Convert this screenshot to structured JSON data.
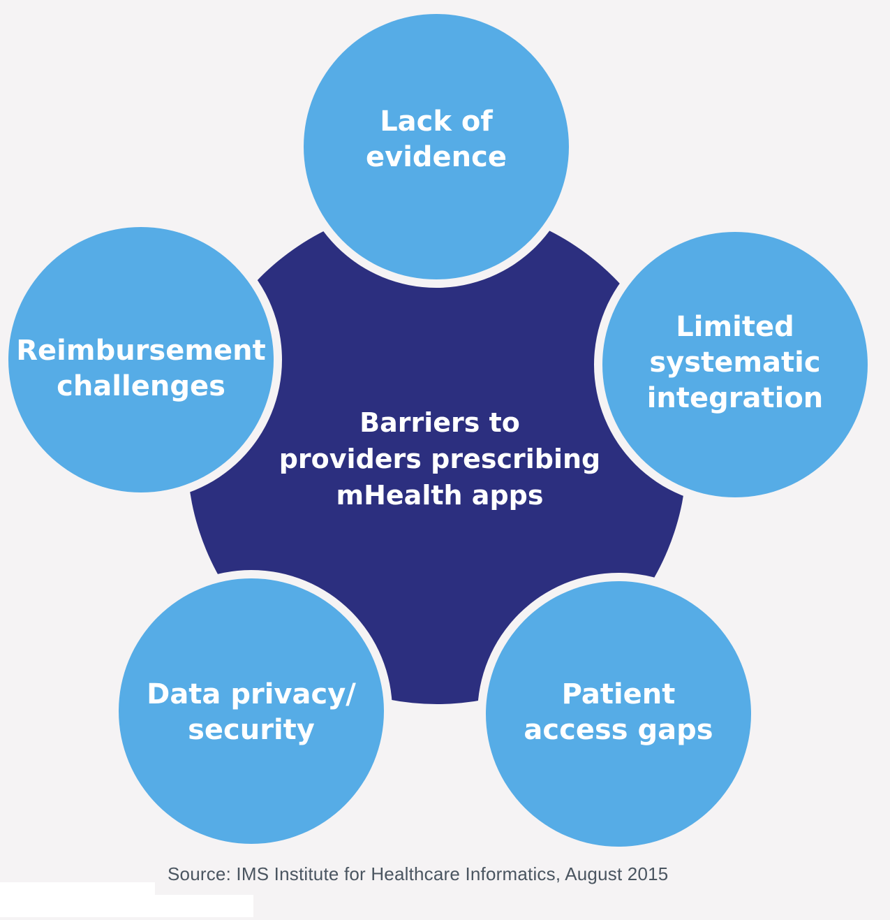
{
  "colors": {
    "background": "#f5f3f4",
    "center_fill": "#2c2f7f",
    "circle_fill": "#56ace6",
    "text_on_shape": "#ffffff",
    "source_text": "#4a5560"
  },
  "center": {
    "lines": [
      "Barriers to",
      "providers prescribing",
      "mHealth apps"
    ]
  },
  "barriers": [
    {
      "id": "lack-of-evidence",
      "lines": [
        "Lack of",
        "evidence"
      ]
    },
    {
      "id": "limited-systematic-integration",
      "lines": [
        "Limited",
        "systematic",
        "integration"
      ]
    },
    {
      "id": "patient-access-gaps",
      "lines": [
        "Patient",
        "access gaps"
      ]
    },
    {
      "id": "data-privacy-security",
      "lines": [
        "Data privacy/",
        "security"
      ]
    },
    {
      "id": "reimbursement-challenges",
      "lines": [
        "Reimbursement",
        "challenges"
      ]
    }
  ],
  "source": "Source: IMS Institute for Healthcare Informatics, August 2015"
}
